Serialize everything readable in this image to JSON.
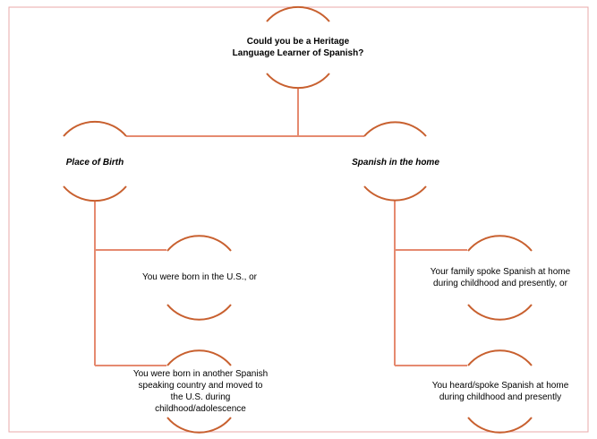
{
  "colors": {
    "arc": "#c8602f",
    "connector": "#e58a70",
    "frame": "#e8a8a8"
  },
  "root": {
    "line1": "Could you be a Heritage",
    "line2": "Language Learner of Spanish?"
  },
  "branches": [
    {
      "title": "Place of Birth",
      "items": [
        {
          "lines": [
            "You were born in the U.S., or"
          ]
        },
        {
          "lines": [
            "You were born in another Spanish",
            "speaking country and moved to",
            "the U.S. during",
            "childhood/adolescence"
          ]
        }
      ]
    },
    {
      "title": "Spanish in the home",
      "items": [
        {
          "lines": [
            "Your family spoke Spanish at home",
            "during childhood and presently, or"
          ]
        },
        {
          "lines": [
            "You heard/spoke Spanish at home",
            "during childhood and presently"
          ]
        }
      ]
    }
  ]
}
